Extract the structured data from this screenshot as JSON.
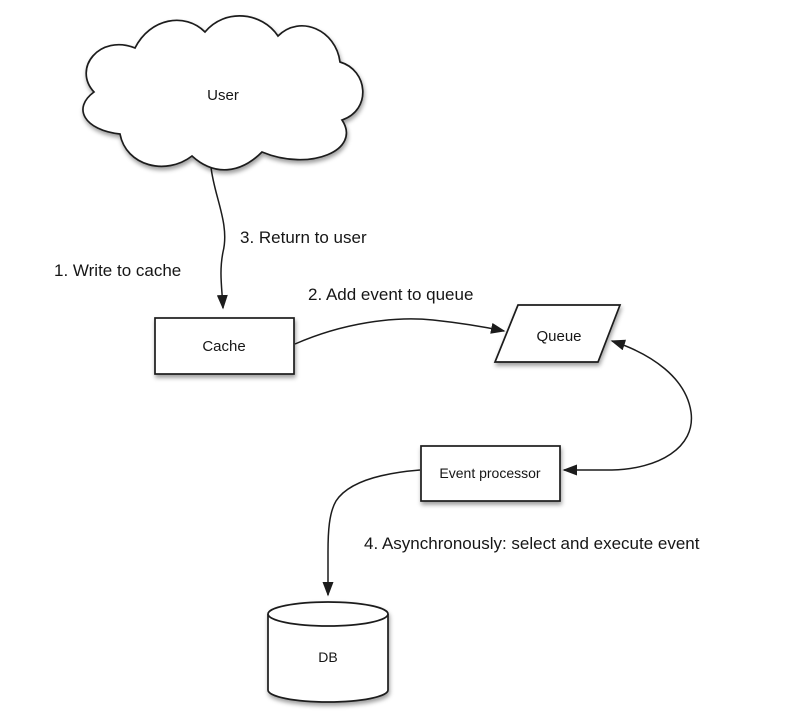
{
  "diagram": {
    "nodes": [
      {
        "id": "user",
        "label": "User",
        "shape": "cloud"
      },
      {
        "id": "cache",
        "label": "Cache",
        "shape": "rectangle"
      },
      {
        "id": "queue",
        "label": "Queue",
        "shape": "parallelogram"
      },
      {
        "id": "event-processor",
        "label": "Event processor",
        "shape": "rectangle"
      },
      {
        "id": "db",
        "label": "DB",
        "shape": "cylinder"
      }
    ],
    "edges": [
      {
        "from": "user",
        "to": "cache",
        "label": "1. Write to cache",
        "direction": "forward"
      },
      {
        "from": "cache",
        "to": "user",
        "label": "3. Return to user",
        "direction": "forward"
      },
      {
        "from": "cache",
        "to": "queue",
        "label": "2. Add event to queue",
        "direction": "forward"
      },
      {
        "from": "queue",
        "to": "event-processor",
        "label": "",
        "direction": "both"
      },
      {
        "from": "event-processor",
        "to": "db",
        "label": "4. Asynchronously: select and execute event",
        "direction": "forward"
      }
    ],
    "colors": {
      "background": "#ffffff",
      "stroke": "#1c1c1c",
      "shape_fill": "#ffffff",
      "text": "#161616"
    }
  }
}
